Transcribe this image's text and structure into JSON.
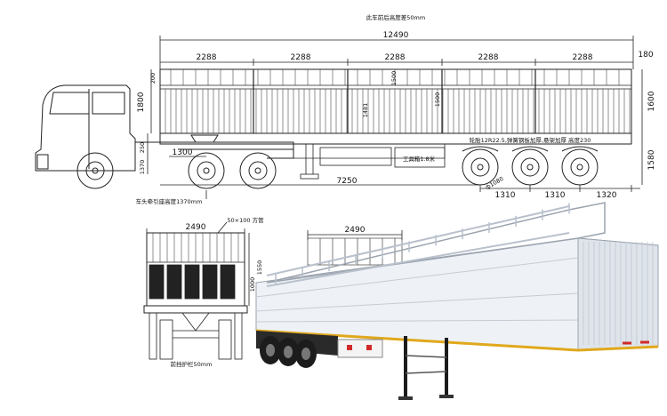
{
  "diagram": {
    "top_note": "此车前后高度差50mm",
    "overall_length": "12490",
    "bay_widths": [
      "2288",
      "2288",
      "2288",
      "2288",
      "2288"
    ],
    "rear_overhang_top": "180",
    "fence_height_left": "1800",
    "fence_upper_left": "200",
    "fence_height_right": "1600",
    "rail_1500_a": "1500",
    "rail_1500_b": "1500",
    "rail_1481": "1481",
    "side_250": "250",
    "side_1370": "1370",
    "kingpin_1300": "1300",
    "wheelbase_7250": "7250",
    "axle_spacing_1": "1310",
    "axle_spacing_2": "1310",
    "rear_overhang": "1320",
    "height_1580": "1580",
    "tire_note": "轮胎12R22.5,弹簧钢板加厚,悬架加厚 高度230",
    "wheel_dia": "ф1080",
    "toolbox_label": "工具箱1.8米",
    "tractor_note": "车头牵引座高度1370mm",
    "rear_width": "2490",
    "tube_note": "50×100 方管",
    "rear_1550": "1550",
    "rear_1000": "1000",
    "guard_note": "前挡护栏50mm",
    "photo_width": "2490"
  },
  "colors": {
    "line": "#222222",
    "trailer_white": "#eef1f6",
    "trailer_shadow": "#b9c1cc",
    "stripe_red": "#d12a2a",
    "stripe_yellow": "#e0a81c",
    "tire": "#1c1c1c"
  }
}
